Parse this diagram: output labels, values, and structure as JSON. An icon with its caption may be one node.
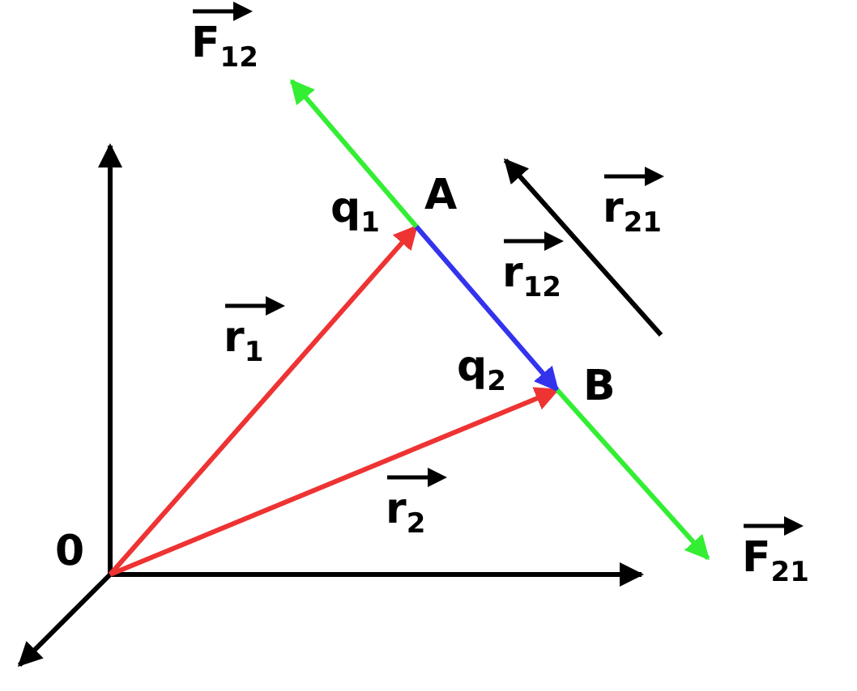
{
  "diagram": {
    "nodes": [
      {
        "text": [
          "0"
        ]
      },
      {
        "text": [
          "A"
        ],
        "beside": [
          "q$_{1}$"
        ]
      },
      {
        "text": [
          "B"
        ],
        "beside": [
          "q$_{2}$"
        ]
      }
    ],
    "edges": [
      {
        "from": 0,
        "to": 1,
        "arrow": "to",
        "label": "r$_{1}$",
        "color": "#ee3333"
      },
      {
        "from": 0,
        "to": 2,
        "arrow": "to",
        "label": "r$_{2}$",
        "color": "#ee3333"
      },
      {
        "from": 1,
        "to": 2,
        "arrow": "to",
        "label": "r$_{12}$",
        "color": "#3333ee"
      },
      {
        "from": 1,
        "to": null,
        "arrow": "to",
        "label": "F$_{12}$",
        "color": "#33ee33"
      },
      {
        "from": 2,
        "to": null,
        "arrow": "to",
        "label": "F$_{21}$",
        "color": "#33ee33"
      }
    ],
    "labels": [
      "r$_{21}$"
    ]
  }
}
